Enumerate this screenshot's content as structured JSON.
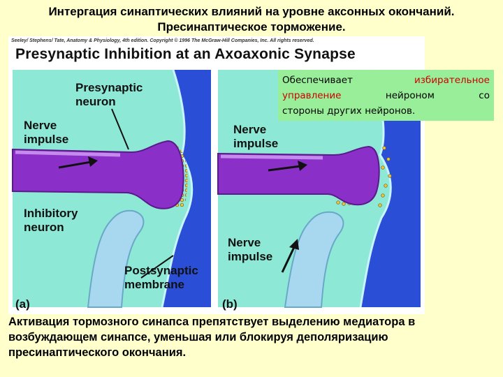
{
  "slide_title": "Интергация синаптических влияний на уровне аксонных окончаний. Пресинаптическое торможение.",
  "figure": {
    "credit": "Seeley/ Stephens/ Tate, Anatomy & Physiology, 4th edition. Copyright © 1996 The McGraw-Hill Companies, Inc. All rights reserved.",
    "title": "Presynaptic Inhibition at an Axoaxonic Synapse",
    "labels": {
      "presynaptic_1": "Presynaptic",
      "presynaptic_2": "neuron",
      "nerve_a_1": "Nerve",
      "nerve_a_2": "impulse",
      "inhibitory_1": "Inhibitory",
      "inhibitory_2": "neuron",
      "postsyn_1": "Postsynaptic",
      "postsyn_2": "membrane",
      "panel_a": "(a)",
      "nerve_b1_1": "Nerve",
      "nerve_b1_2": "impulse",
      "nerve_b2_1": "Nerve",
      "nerve_b2_2": "impulse",
      "panel_b": "(b)"
    },
    "colors": {
      "background": "#ffffcc",
      "fluid": "#8ee8d6",
      "postsynaptic": "#2a4fd6",
      "presynaptic": "#8b2fc9",
      "inhibitory": "#a8d8f0",
      "vesicle": "#e8c64a"
    }
  },
  "note": {
    "w1": "Обеспечивает",
    "w2": "избирательное",
    "w3": "управление",
    "w4": "нейроном",
    "w5": "со",
    "line3": "стороны других нейронов."
  },
  "caption": "Активация тормозного синапса препятствует выделению медиатора в возбуждающем синапсе, уменьшая или блокируя деполяризацию пресинаптического окончания."
}
